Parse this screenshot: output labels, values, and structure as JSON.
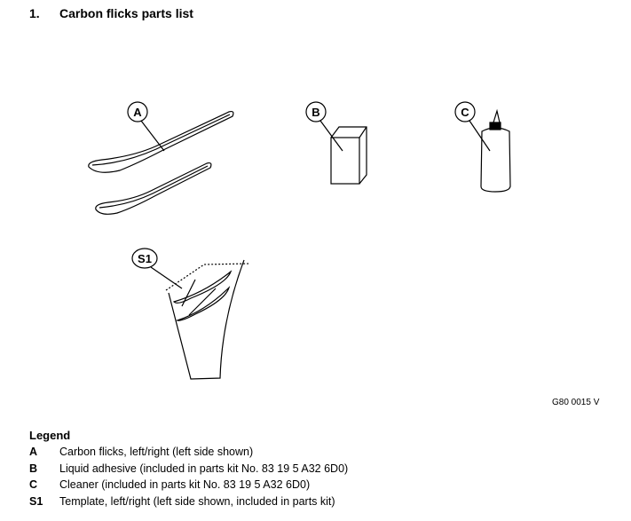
{
  "heading": {
    "number": "1.",
    "title": "Carbon flicks parts list"
  },
  "figure": {
    "callouts": [
      "A",
      "B",
      "C",
      "S1"
    ],
    "id": "G80 0015 V"
  },
  "legend": {
    "title": "Legend",
    "items": [
      {
        "key": "A",
        "text": "Carbon flicks, left/right (left side shown)"
      },
      {
        "key": "B",
        "text": "Liquid adhesive (included in parts kit No. 83 19 5 A32 6D0)"
      },
      {
        "key": "C",
        "text": "Cleaner (included in parts kit No. 83 19 5 A32 6D0)"
      },
      {
        "key": "S1",
        "text": "Template, left/right (left side shown, included in parts kit)"
      }
    ]
  }
}
